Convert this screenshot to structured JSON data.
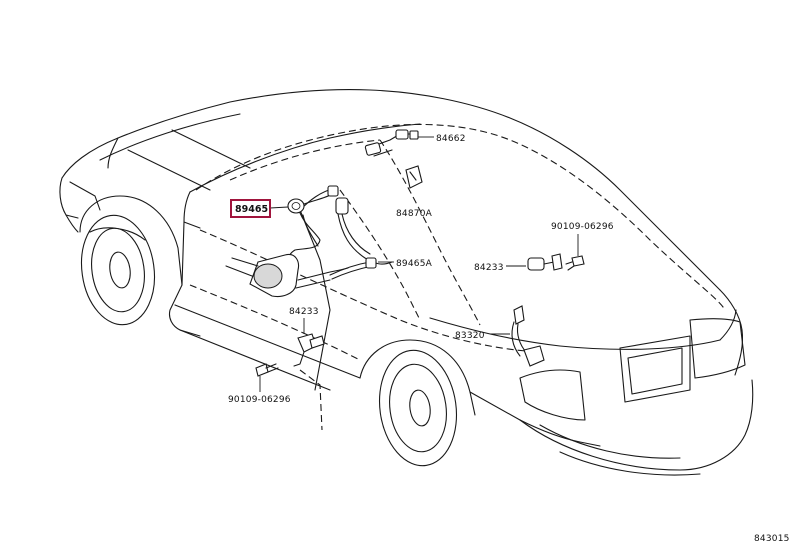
{
  "diagram": {
    "highlight_color": "#a0143c",
    "labels": {
      "p89465": "89465",
      "p84662": "84662",
      "p84870A": "84870A",
      "p90109_upper": "90109-06296",
      "p84233_right": "84233",
      "p89465A": "89465A",
      "p84233_left": "84233",
      "p83320": "83320",
      "p90109_lower": "90109-06296",
      "figure_code": "843015"
    }
  }
}
